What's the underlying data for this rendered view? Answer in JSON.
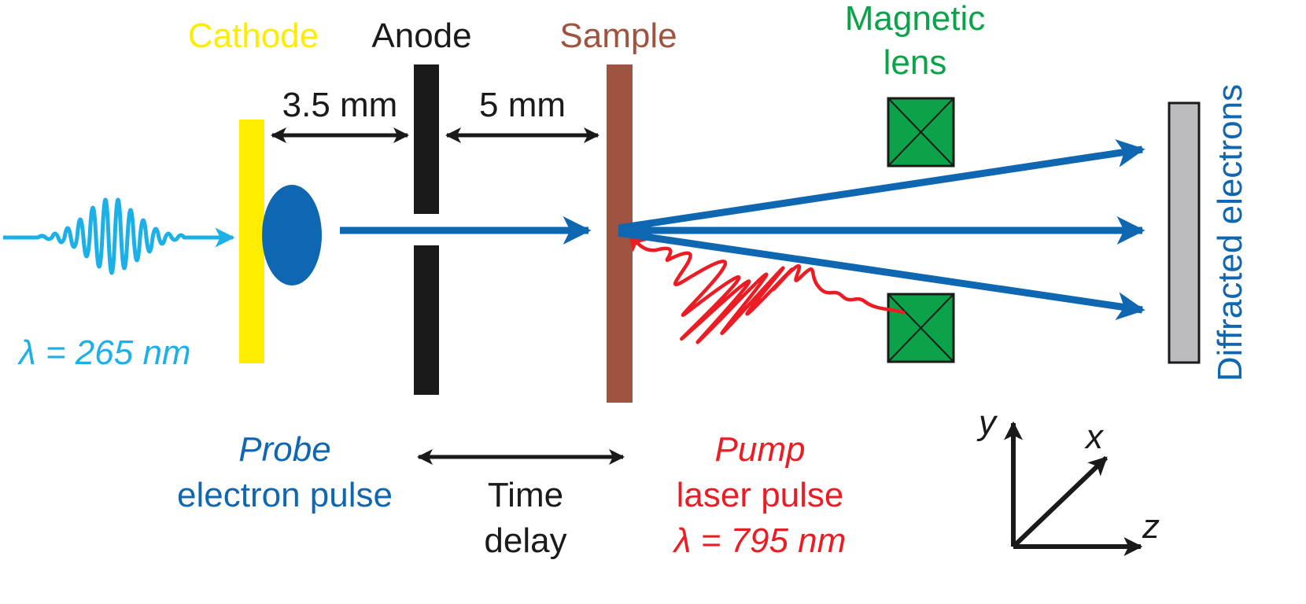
{
  "labels": {
    "cathode": "Cathode",
    "anode": "Anode",
    "sample": "Sample",
    "magnetic_lens_line1": "Magnetic",
    "magnetic_lens_line2": "lens",
    "detector": "Diffracted electrons",
    "gap_cathode_anode": "3.5 mm",
    "gap_anode_sample": "5 mm",
    "probe_wavelength": "λ = 265 nm",
    "probe_line1": "Probe",
    "probe_line2": "electron pulse",
    "time_delay_line1": "Time",
    "time_delay_line2": "delay",
    "pump_line1": "Pump",
    "pump_line2": "laser pulse",
    "pump_wavelength": "λ = 795 nm",
    "axis_x": "x",
    "axis_y": "y",
    "axis_z": "z"
  },
  "colors": {
    "cathode": "#ffed00",
    "anode": "#1a1a1a",
    "sample": "#a0543f",
    "lens": "#0ba24a",
    "detector": "#bcbcbe",
    "electron": "#0f67b1",
    "uv_light": "#1cb0e8",
    "pump_laser": "#ec1c24",
    "text": "#1a1a1a"
  },
  "icons": {
    "lens": "square-with-x",
    "light_pulse": "wave-packet"
  }
}
